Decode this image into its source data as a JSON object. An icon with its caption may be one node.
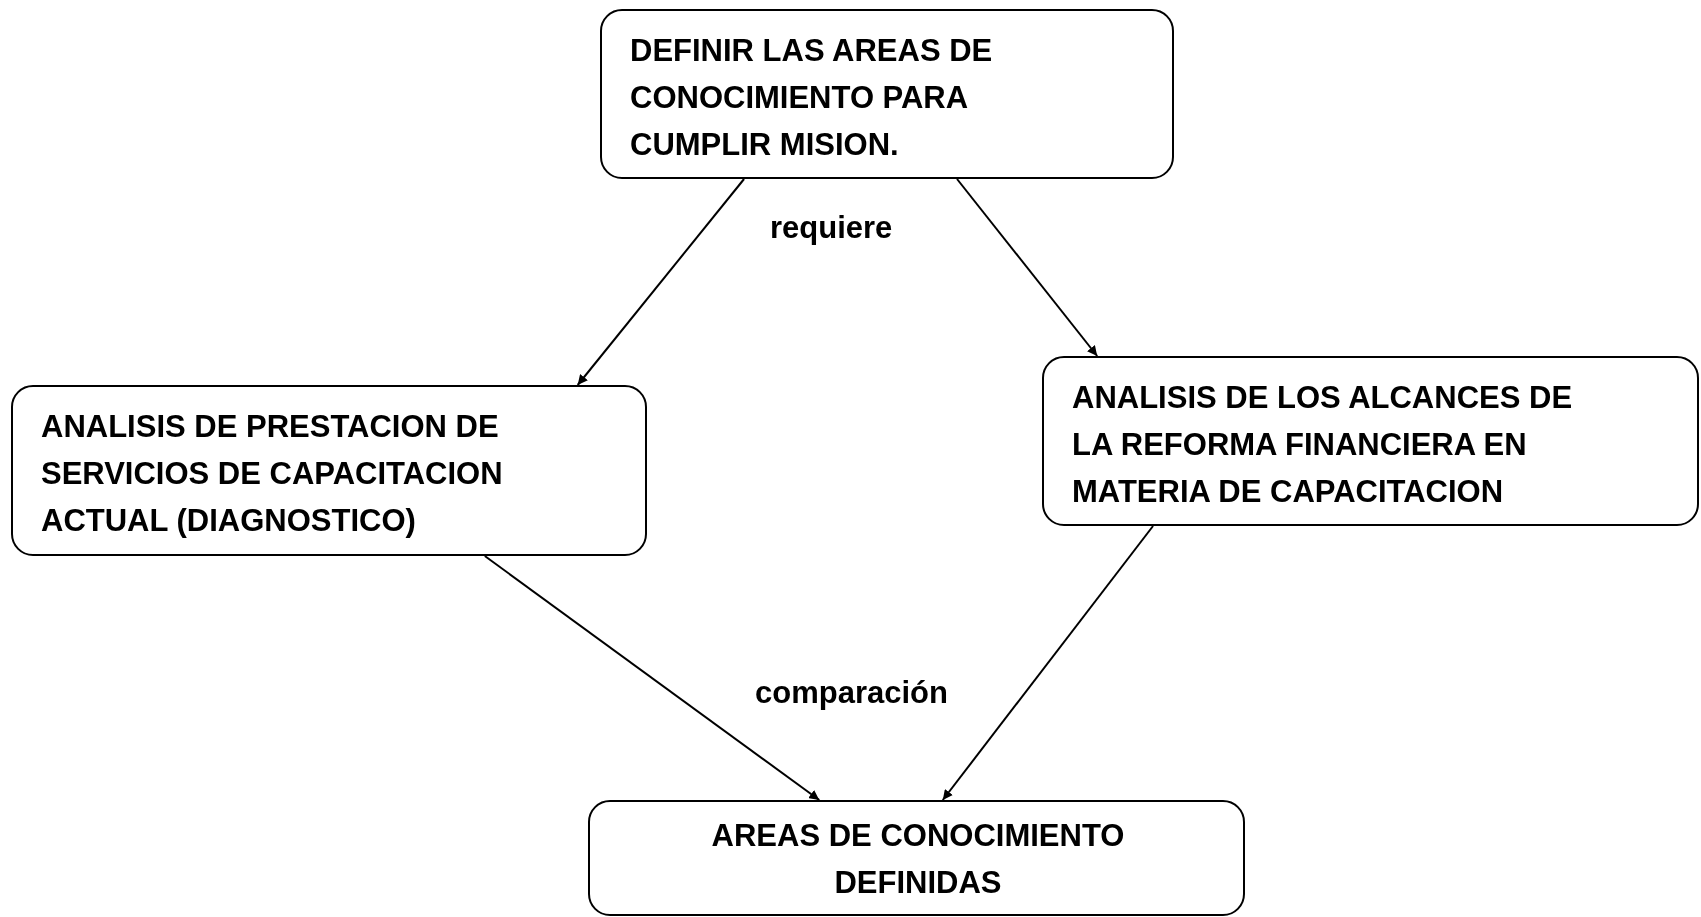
{
  "diagram": {
    "nodes": [
      {
        "text": [
          "DEFINIR LAS AREAS DE CONOCIMIENTO PARA CUMPLIR MISION."
        ]
      },
      {
        "text": [
          "ANALISIS DE PRESTACION DE SERVICIOS DE CAPACITACION ACTUAL (DIAGNOSTICO)"
        ]
      },
      {
        "text": [
          "ANALISIS DE LOS ALCANCES DE LA REFORMA FINANCIERA EN MATERIA DE CAPACITACION"
        ]
      },
      {
        "text": [
          "AREAS DE CONOCIMIENTO DEFINIDAS"
        ]
      }
    ],
    "edges": [
      {
        "from": 0,
        "to": 1,
        "arrow": "to"
      },
      {
        "from": 0,
        "to": 2,
        "arrow": "to"
      },
      {
        "from": 1,
        "to": 3,
        "arrow": "to"
      },
      {
        "from": 2,
        "to": 3,
        "arrow": "to"
      }
    ],
    "labels": [
      "requiere",
      "comparación"
    ]
  }
}
